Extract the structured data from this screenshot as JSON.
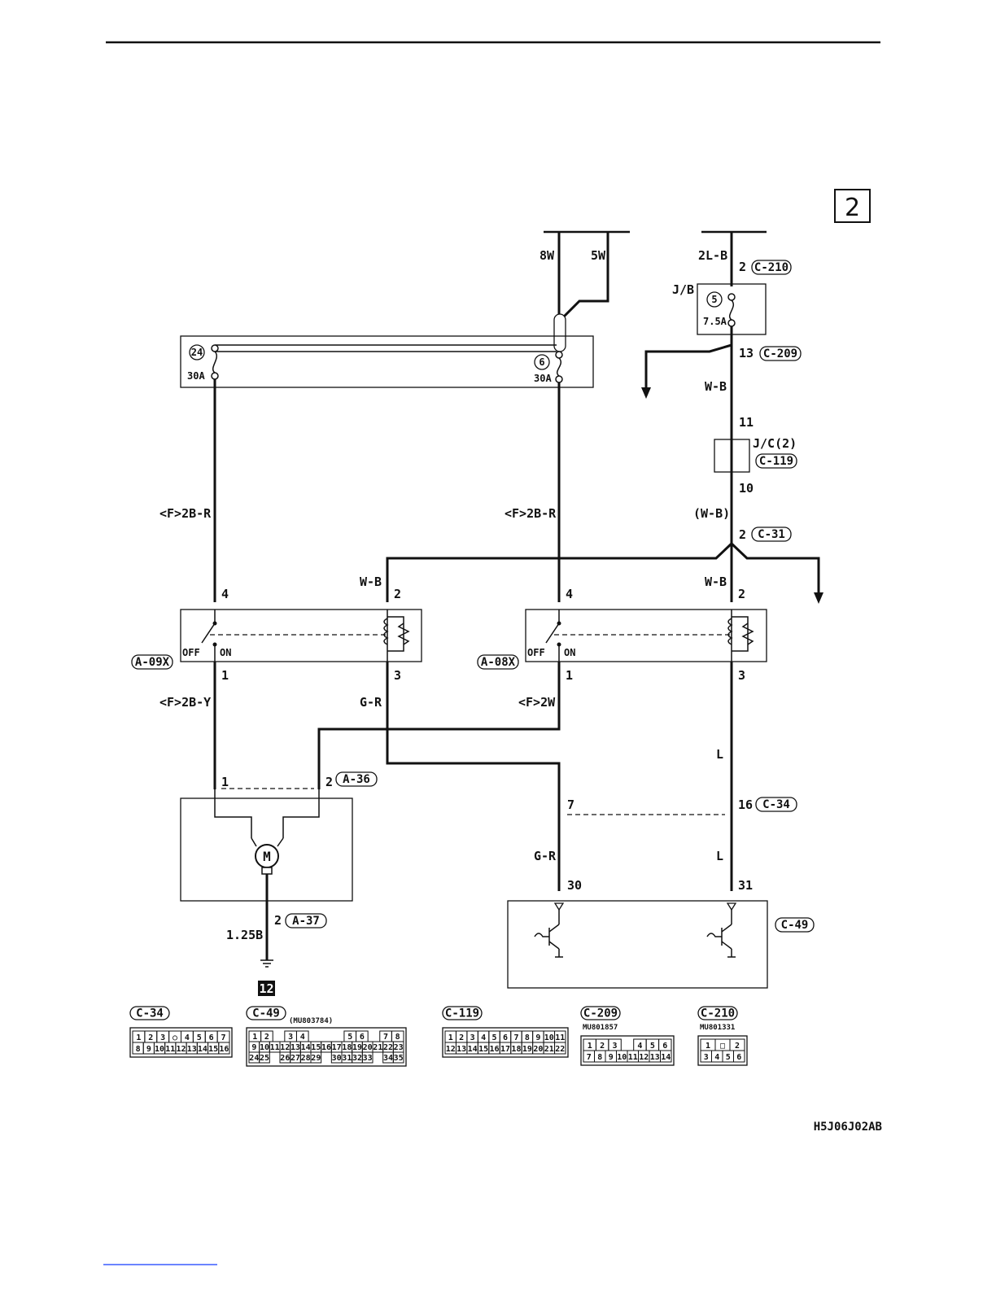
{
  "page_number": "2",
  "diagram_code": "H5J06J02AB",
  "ground_label": "12",
  "top_wires": {
    "left_a": "8W",
    "left_b": "5W",
    "right": "2L-B"
  },
  "relay_box_fuses": [
    {
      "number": "24",
      "rating": "30A"
    },
    {
      "number": "6",
      "rating": "30A"
    }
  ],
  "jb": {
    "label": "J/B",
    "fuse_number": "5",
    "fuse_rating": "7.5A",
    "in_pin": "2",
    "in_connector": "C-210",
    "out_pin": "13",
    "out_connector": "C-209"
  },
  "jc": {
    "label": "J/C(2)",
    "connector": "C-119",
    "in_pin": "11",
    "out_pin": "10"
  },
  "splice": {
    "pin": "2",
    "connector": "C-31"
  },
  "wires": {
    "wb_upper": "W-B",
    "wb_paren": "(W-B)",
    "wb_left_relay": "W-B",
    "wb_right_relay": "W-B",
    "feed_left": "<F>2B-R",
    "feed_right": "<F>2B-R",
    "out_left": "<F>2B-Y",
    "coil_left_out": "G-R",
    "out_right": "<F>2W",
    "coil_right_out": "L",
    "ecu_left": "G-R",
    "ecu_right": "L",
    "ground": "1.25B"
  },
  "relays": [
    {
      "connector": "A-09X",
      "pin_top_left": "4",
      "pin_top_right": "2",
      "pin_bottom_left": "1",
      "pin_bottom_right": "3",
      "off": "OFF",
      "on": "ON"
    },
    {
      "connector": "A-08X",
      "pin_top_left": "4",
      "pin_top_right": "2",
      "pin_bottom_left": "1",
      "pin_bottom_right": "3",
      "off": "OFF",
      "on": "ON"
    }
  ],
  "motor": {
    "symbol": "M",
    "connector": "A-36",
    "pin1": "1",
    "pin2": "2",
    "ground_pin": "2",
    "ground_connector": "A-37"
  },
  "c34": {
    "connector": "C-34",
    "pin_left": "7",
    "pin_right": "16"
  },
  "ecu": {
    "connector": "C-49",
    "pin_left": "30",
    "pin_right": "31"
  },
  "connector_faces": [
    {
      "connector": "C-34",
      "part_no": "",
      "rows": [
        [
          "1",
          "2",
          "3",
          "○",
          "4",
          "5",
          "6",
          "7"
        ],
        [
          "8",
          "9",
          "10",
          "11",
          "12",
          "13",
          "14",
          "15",
          "16"
        ]
      ]
    },
    {
      "connector": "C-49",
      "part_no": "(MU803784)",
      "rows": [
        [
          "1",
          "2",
          "",
          "3",
          "4",
          "",
          "",
          "",
          "5",
          "6",
          "",
          "7",
          "8"
        ],
        [
          "9",
          "10",
          "11",
          "12",
          "13",
          "14",
          "15",
          "16",
          "17",
          "18",
          "19",
          "20",
          "21",
          "22",
          "23"
        ],
        [
          "24",
          "25",
          "",
          "26",
          "27",
          "28",
          "29",
          "",
          "30",
          "31",
          "32",
          "33",
          "",
          "34",
          "35"
        ]
      ]
    },
    {
      "connector": "C-119",
      "part_no": "",
      "rows": [
        [
          "1",
          "2",
          "3",
          "4",
          "5",
          "6",
          "7",
          "8",
          "9",
          "10",
          "11"
        ],
        [
          "12",
          "13",
          "14",
          "15",
          "16",
          "17",
          "18",
          "19",
          "20",
          "21",
          "22"
        ]
      ]
    },
    {
      "connector": "C-209",
      "part_no": "MU801857",
      "rows": [
        [
          "1",
          "2",
          "3",
          "",
          "4",
          "5",
          "6"
        ],
        [
          "7",
          "8",
          "9",
          "10",
          "11",
          "12",
          "13",
          "14"
        ]
      ]
    },
    {
      "connector": "C-210",
      "part_no": "MU801331",
      "rows": [
        [
          "1",
          "□",
          "2"
        ],
        [
          "3",
          "4",
          "5",
          "6"
        ]
      ]
    }
  ]
}
